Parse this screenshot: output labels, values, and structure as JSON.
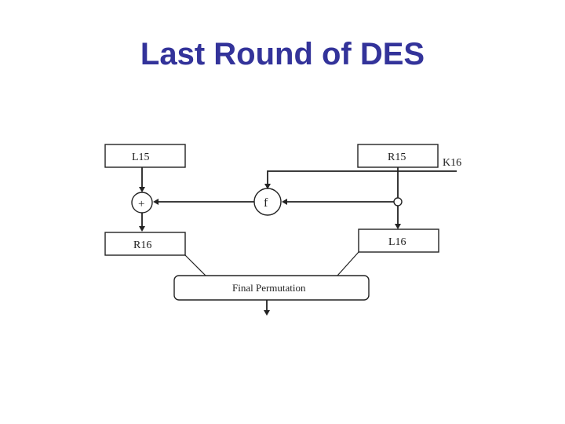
{
  "title": "Last Round of DES",
  "diagram": {
    "left_input": "L15",
    "right_input": "R15",
    "round_key": "K16",
    "xor_symbol": "+",
    "function_label": "f",
    "left_output": "R16",
    "right_output": "L16",
    "final_block": "Final Permutation"
  },
  "colors": {
    "title": "#33339a",
    "lines": "#222222",
    "background": "#ffffff"
  }
}
